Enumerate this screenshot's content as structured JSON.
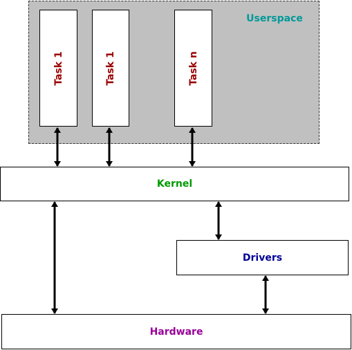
{
  "userspace": {
    "label": "Userspace",
    "color": "#009999"
  },
  "tasks": [
    {
      "label": "Task 1",
      "color": "#990000"
    },
    {
      "label": "Task 1",
      "color": "#990000"
    },
    {
      "label": "Task n",
      "color": "#990000"
    }
  ],
  "kernel": {
    "label": "Kernel",
    "color": "#009900"
  },
  "drivers": {
    "label": "Drivers",
    "color": "#000099"
  },
  "hardware": {
    "label": "Hardware",
    "color": "#990099"
  }
}
